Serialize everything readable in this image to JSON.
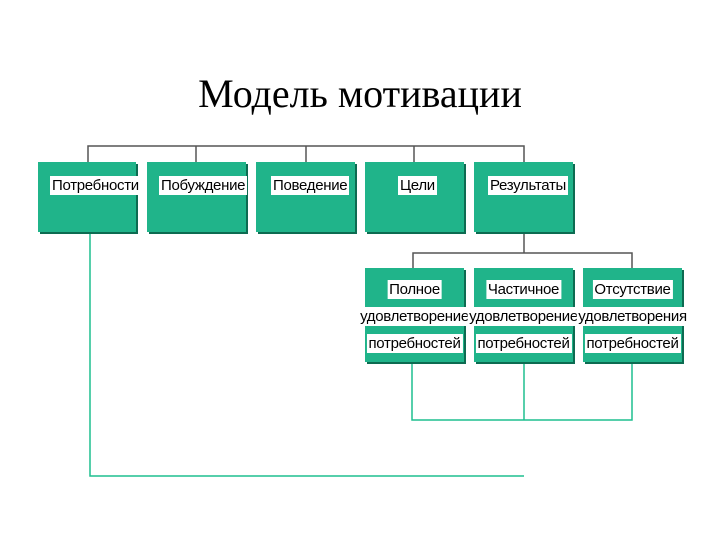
{
  "title": "Модель мотивации",
  "colors": {
    "box": "#20b48a",
    "line": "#1fbf8f",
    "frame": "#555555"
  },
  "top_row": [
    {
      "label": "Потребности"
    },
    {
      "label": "Побуждение"
    },
    {
      "label": "Поведение"
    },
    {
      "label": "Цели"
    },
    {
      "label": "Результаты"
    }
  ],
  "results": [
    {
      "lines": [
        "Полное",
        "удовлетворение",
        "потребностей"
      ]
    },
    {
      "lines": [
        "Частичное",
        "удовлетворение",
        "потребностей"
      ]
    },
    {
      "lines": [
        "Отсутствие",
        "удовлетворения",
        "потребностей"
      ]
    }
  ]
}
